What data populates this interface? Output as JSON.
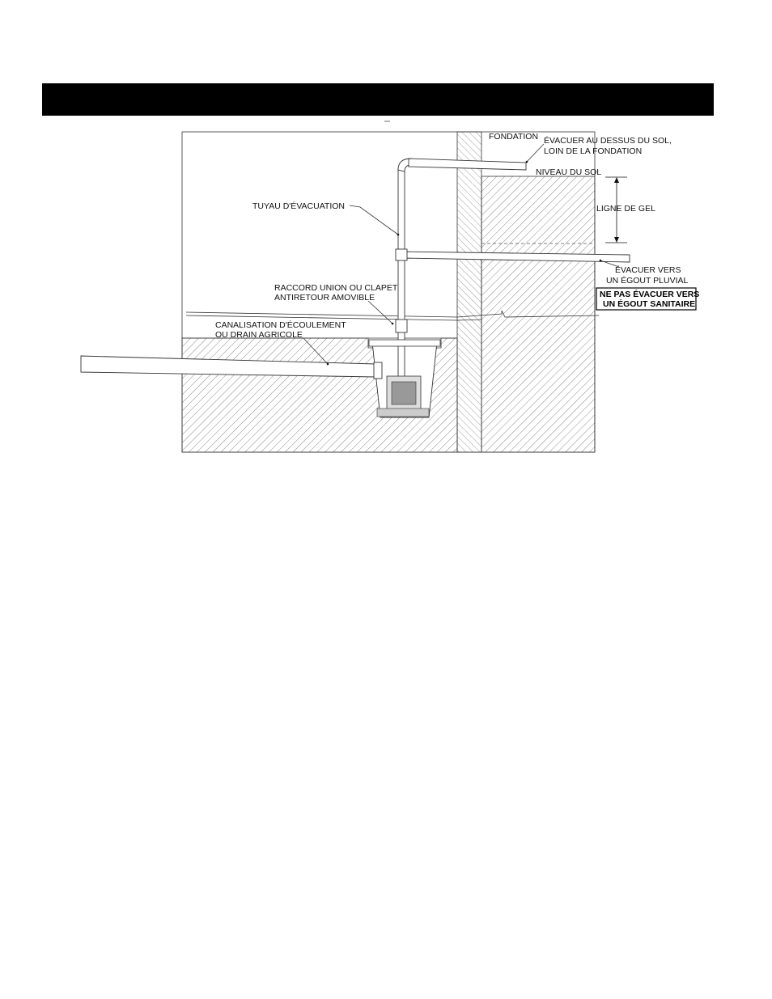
{
  "labels": {
    "fondation": "FONDATION",
    "evacuer_dessus_1": "ÉVACUER AU DESSUS DU SOL,",
    "evacuer_dessus_2": "LOIN DE LA FONDATION",
    "niveau_sol": "NIVEAU DU SOL",
    "tuyau": "TUYAU D'ÉVACUATION",
    "ligne_gel": "LIGNE DE GEL",
    "evacuer_vers_1": "ÉVACUER VERS",
    "evacuer_vers_2": "UN ÉGOUT PLUVIAL",
    "ne_pas_1": "NE PAS ÉVACUER VERS",
    "ne_pas_2": "UN ÉGOUT SANITAIRE",
    "raccord_1": "RACCORD UNION OU CLAPET",
    "raccord_2": "ANTIRETOUR AMOVIBLE",
    "canalisation_1": "CANALISATION D'ÉCOULEMENT",
    "canalisation_2": "OU DRAIN AGRICOLE"
  },
  "colors": {
    "title_bar": "#000000",
    "line": "#333333",
    "hatch": "#555555"
  }
}
